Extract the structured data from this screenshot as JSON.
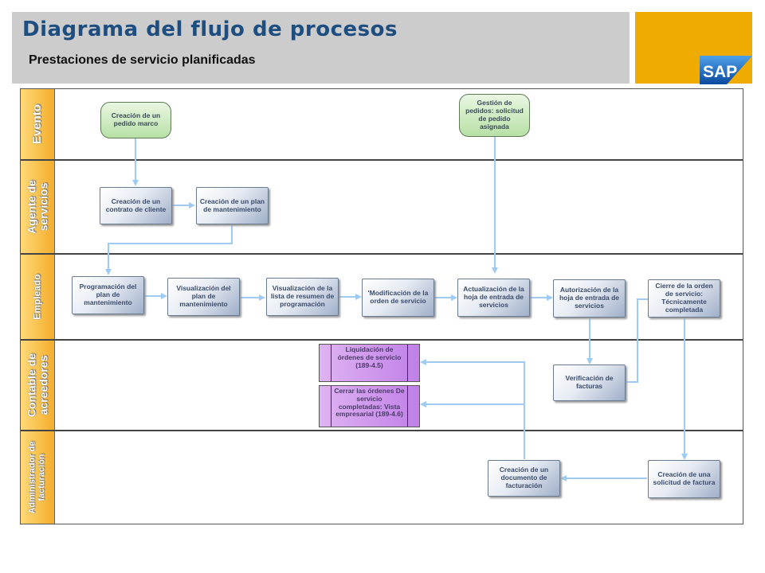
{
  "header": {
    "title": "Diagrama del flujo de procesos",
    "subtitle": "Prestaciones de servicio planificadas"
  },
  "colors": {
    "title": "#1d4e7f",
    "sap_gold": "#f0ab00",
    "arrow": "#9fcbf2",
    "event_fill": "#c5e8b6",
    "subprocess_fill": "#d09ee8"
  },
  "logo": {
    "text": "SAP"
  },
  "lanes": {
    "evento": "Evento",
    "agente": "Agente de servicios",
    "empleado": "Empleado",
    "contable": "Contable de acreedores",
    "administrador": "Administrador de facturación"
  },
  "events": {
    "pedido_marco": "Creación de un pedido marco",
    "gestion_pedidos": "Gestión de pedidos: solicitud de pedido asignada"
  },
  "steps": {
    "contrato_cliente": "Creación de un contrato de cliente",
    "plan_mantenimiento": "Creación de un plan de mantenimiento",
    "programacion": "Programación del plan de mantenimiento",
    "visualizacion_plan": "Visualización del plan de mantenimiento",
    "visualizacion_lista": "Visualización de la lista de resumen de programación",
    "modificacion_orden": "'Modificación de la orden de servicio",
    "actualizacion_hoja": "Actualización de la hoja de entrada de servicios",
    "autorizacion_hoja": "Autorización de la hoja de entrada de servicios",
    "cierre_orden": "Cierre de la orden de servicio: Técnicamente completada",
    "verificacion_facturas": "Verificación de facturas",
    "documento_facturacion": "Creación de un documento de facturación",
    "solicitud_factura": "Creación de una solicitud de factura"
  },
  "subprocesses": {
    "liquidacion": "Liquidación de órdenes de servicio (189-4.5)",
    "cerrar_ordenes": "Cerrar las órdenes De servicio completadas: Vista empresarial (189-4.6)"
  }
}
